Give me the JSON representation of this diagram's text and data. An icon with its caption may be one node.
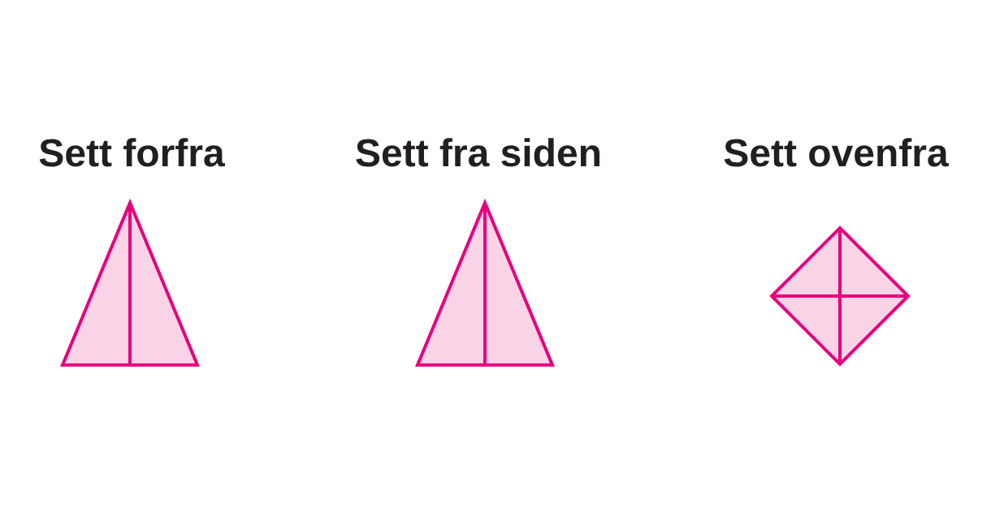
{
  "diagram": {
    "nodes": [
      {
        "text": [
          "Sett forfra"
        ]
      },
      {
        "text": [
          "Sett fra siden"
        ]
      },
      {
        "text": [
          "Sett ovenfra"
        ]
      }
    ]
  }
}
